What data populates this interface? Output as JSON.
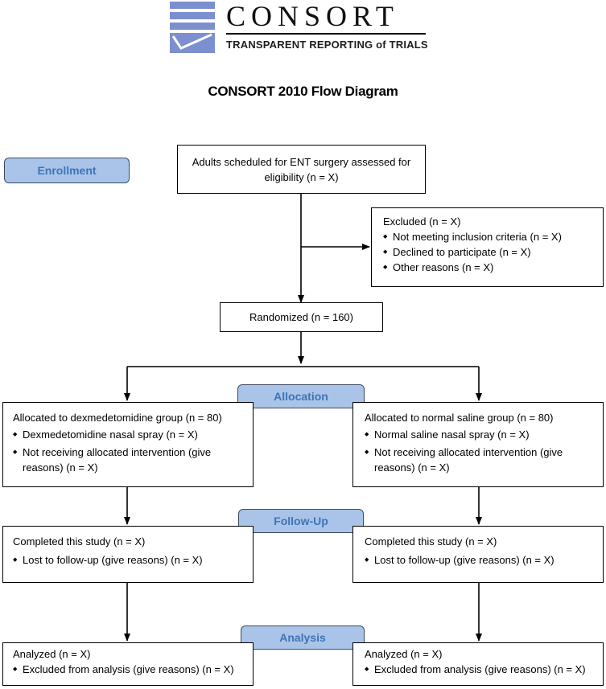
{
  "logo": {
    "word": "CONSORT",
    "subtitle": "TRANSPARENT REPORTING of TRIALS"
  },
  "title": "CONSORT 2010 Flow Diagram",
  "stages": {
    "enrollment": "Enrollment",
    "allocation": "Allocation",
    "followup": "Follow-Up",
    "analysis": "Analysis"
  },
  "enrollment": {
    "assessed": "Adults scheduled for ENT surgery assessed for eligibility (n = X)",
    "excluded_title": "Excluded (n = X)",
    "excluded_items": [
      "Not meeting inclusion criteria (n = X)",
      "Declined to participate (n = X)",
      "Other reasons (n = X)"
    ],
    "randomized": "Randomized (n = 160)"
  },
  "left": {
    "allocation_title": "Allocated to dexmedetomidine group (n = 80)",
    "allocation_items": [
      "Dexmedetomidine nasal spray (n = X)",
      "Not receiving allocated intervention (give reasons) (n = X)"
    ],
    "followup_title": "Completed this study (n = X)",
    "followup_items": [
      "Lost to follow-up (give reasons) (n = X)"
    ],
    "analysis_title": "Analyzed (n = X)",
    "analysis_items": [
      "Excluded from analysis (give reasons) (n = X)"
    ]
  },
  "right": {
    "allocation_title": "Allocated to normal saline group (n = 80)",
    "allocation_items": [
      "Normal saline nasal spray (n = X)",
      "Not receiving allocated intervention (give reasons) (n = X)"
    ],
    "followup_title": "Completed this study (n = X)",
    "followup_items": [
      "Lost to follow-up (give reasons) (n = X)"
    ],
    "analysis_title": "Analyzed (n = X)",
    "analysis_items": [
      "Excluded from analysis (give reasons) (n = X)"
    ]
  },
  "colors": {
    "stage_fill": "#a9c4e8",
    "stage_text": "#3f74b7",
    "logo_blue": "#7c8fcf"
  }
}
